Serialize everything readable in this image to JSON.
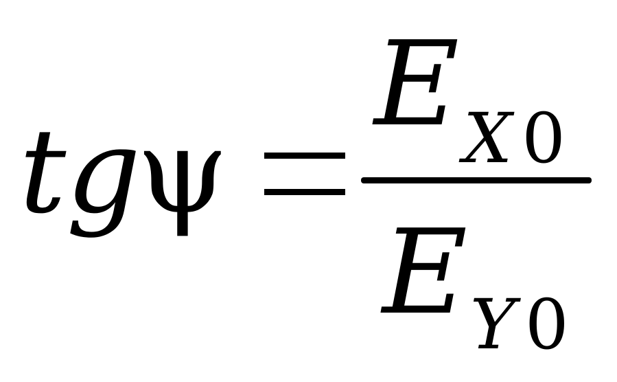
{
  "formula": {
    "lhs": {
      "func": "tg",
      "symbol": "ψ"
    },
    "operator": "=",
    "numerator": {
      "base": "E",
      "sub_letter": "X",
      "sub_digit": "0"
    },
    "denominator": {
      "base": "E",
      "sub_letter": "Y",
      "sub_digit": "0"
    }
  }
}
